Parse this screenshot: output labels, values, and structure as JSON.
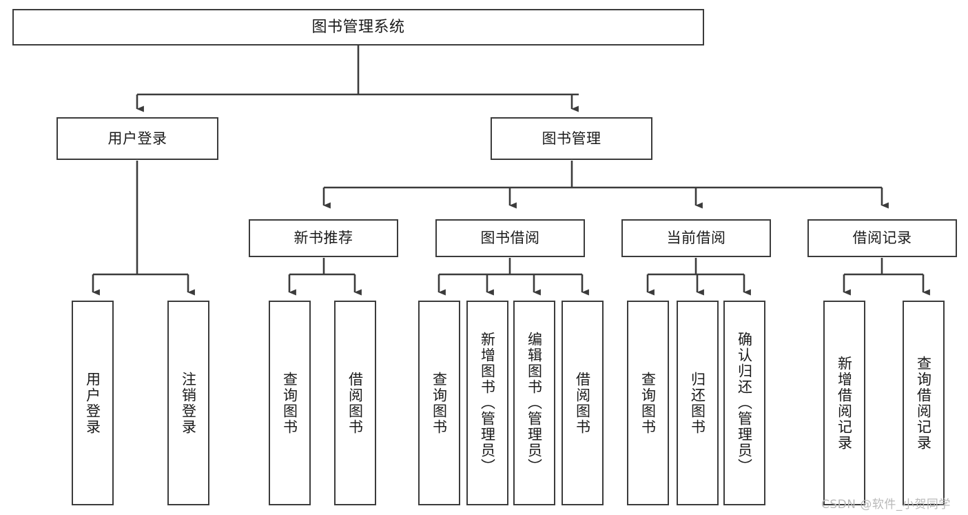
{
  "diagram": {
    "title": "图书管理系统",
    "type": "tree-hierarchy-diagram",
    "stroke_color": "#3b3b3b",
    "fill_color": "#ffffff",
    "text_color": "#1a1a1a",
    "watermark": "CSDN @软件_小贺同学"
  },
  "nodes": {
    "root": {
      "label": "图书管理系统"
    },
    "level2": [
      {
        "id": "user-login",
        "label": "用户登录"
      },
      {
        "id": "book-manage",
        "label": "图书管理"
      }
    ],
    "level3": [
      {
        "id": "new-book-recommend",
        "label": "新书推荐"
      },
      {
        "id": "book-borrow",
        "label": "图书借阅"
      },
      {
        "id": "current-borrow",
        "label": "当前借阅"
      },
      {
        "id": "borrow-record",
        "label": "借阅记录"
      }
    ],
    "leaves": [
      {
        "id": "leaf-user-login",
        "label": "用户登录",
        "parent": "user-login"
      },
      {
        "id": "leaf-user-logout",
        "label": "注销登录",
        "parent": "user-login"
      },
      {
        "id": "leaf-query-book-1",
        "label": "查询图书",
        "parent": "new-book-recommend"
      },
      {
        "id": "leaf-borrow-book-1",
        "label": "借阅图书",
        "parent": "new-book-recommend"
      },
      {
        "id": "leaf-query-book-2",
        "label": "查询图书",
        "parent": "book-borrow"
      },
      {
        "id": "leaf-add-book",
        "label": "新增图书（管理员）",
        "parent": "book-borrow"
      },
      {
        "id": "leaf-edit-book",
        "label": "编辑图书（管理员）",
        "parent": "book-borrow"
      },
      {
        "id": "leaf-borrow-book-2",
        "label": "借阅图书",
        "parent": "book-borrow"
      },
      {
        "id": "leaf-query-book-3",
        "label": "查询图书",
        "parent": "current-borrow"
      },
      {
        "id": "leaf-return-book",
        "label": "归还图书",
        "parent": "current-borrow"
      },
      {
        "id": "leaf-confirm-return",
        "label": "确认归还（管理员）",
        "parent": "current-borrow"
      },
      {
        "id": "leaf-add-record",
        "label": "新增借阅记录",
        "parent": "borrow-record"
      },
      {
        "id": "leaf-query-record",
        "label": "查询借阅记录",
        "parent": "borrow-record"
      }
    ]
  }
}
